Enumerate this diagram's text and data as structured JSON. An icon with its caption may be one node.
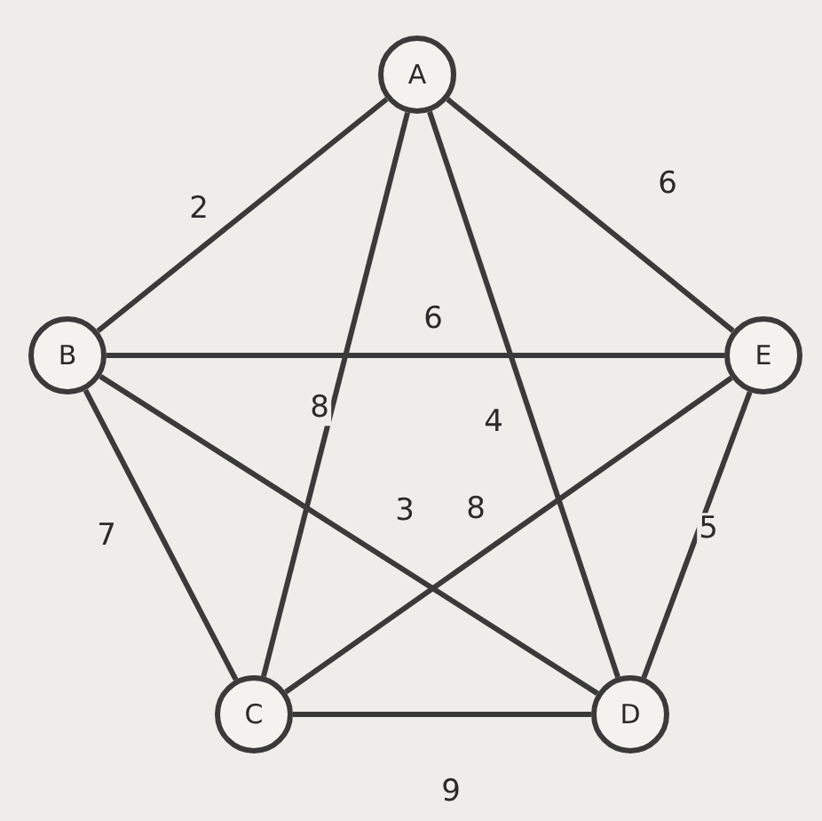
{
  "diagram": {
    "nodes": [
      {
        "text": [
          "A"
        ]
      },
      {
        "text": [
          "B"
        ]
      },
      {
        "text": [
          "E"
        ]
      },
      {
        "text": [
          "C"
        ]
      },
      {
        "text": [
          "D"
        ]
      }
    ],
    "edges": [
      {
        "from": 0,
        "to": 1,
        "arrow": "none",
        "label": "2"
      },
      {
        "from": 0,
        "to": 2,
        "arrow": "none",
        "label": "6"
      },
      {
        "from": 1,
        "to": 2,
        "arrow": "none",
        "label": "6"
      },
      {
        "from": 0,
        "to": 3,
        "arrow": "none",
        "label": "8"
      },
      {
        "from": 0,
        "to": 4,
        "arrow": "none",
        "label": "4"
      },
      {
        "from": 1,
        "to": 4,
        "arrow": "none",
        "label": "3"
      },
      {
        "from": 2,
        "to": 3,
        "arrow": "none",
        "label": "8"
      },
      {
        "from": 1,
        "to": 3,
        "arrow": "none",
        "label": "7"
      },
      {
        "from": 2,
        "to": 4,
        "arrow": "none",
        "label": "5"
      },
      {
        "from": 3,
        "to": 4,
        "arrow": "none",
        "label": "9"
      }
    ]
  }
}
